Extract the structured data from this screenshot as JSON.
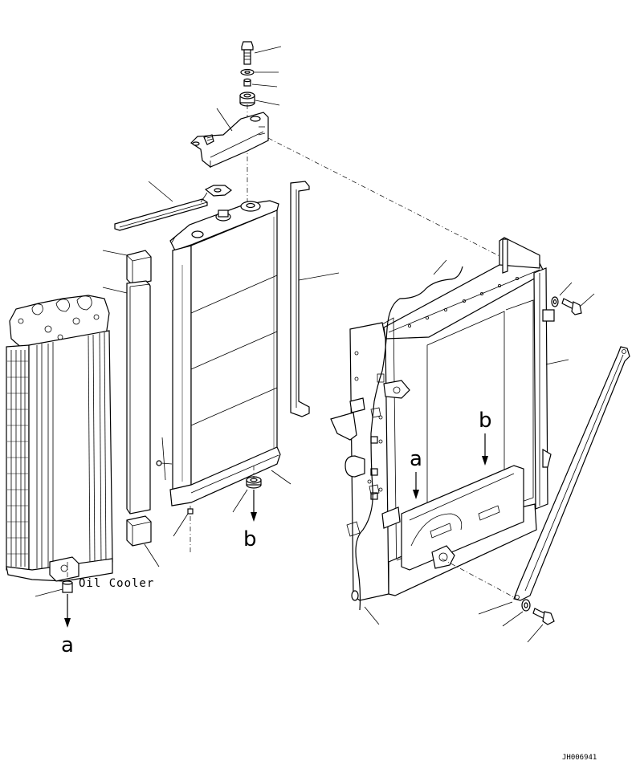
{
  "diagram": {
    "callouts": {
      "a_left": "a",
      "a_right": "a",
      "b_center": "b",
      "b_right": "b"
    },
    "component_label": "Oil Cooler",
    "drawing_code": "JH006941"
  }
}
